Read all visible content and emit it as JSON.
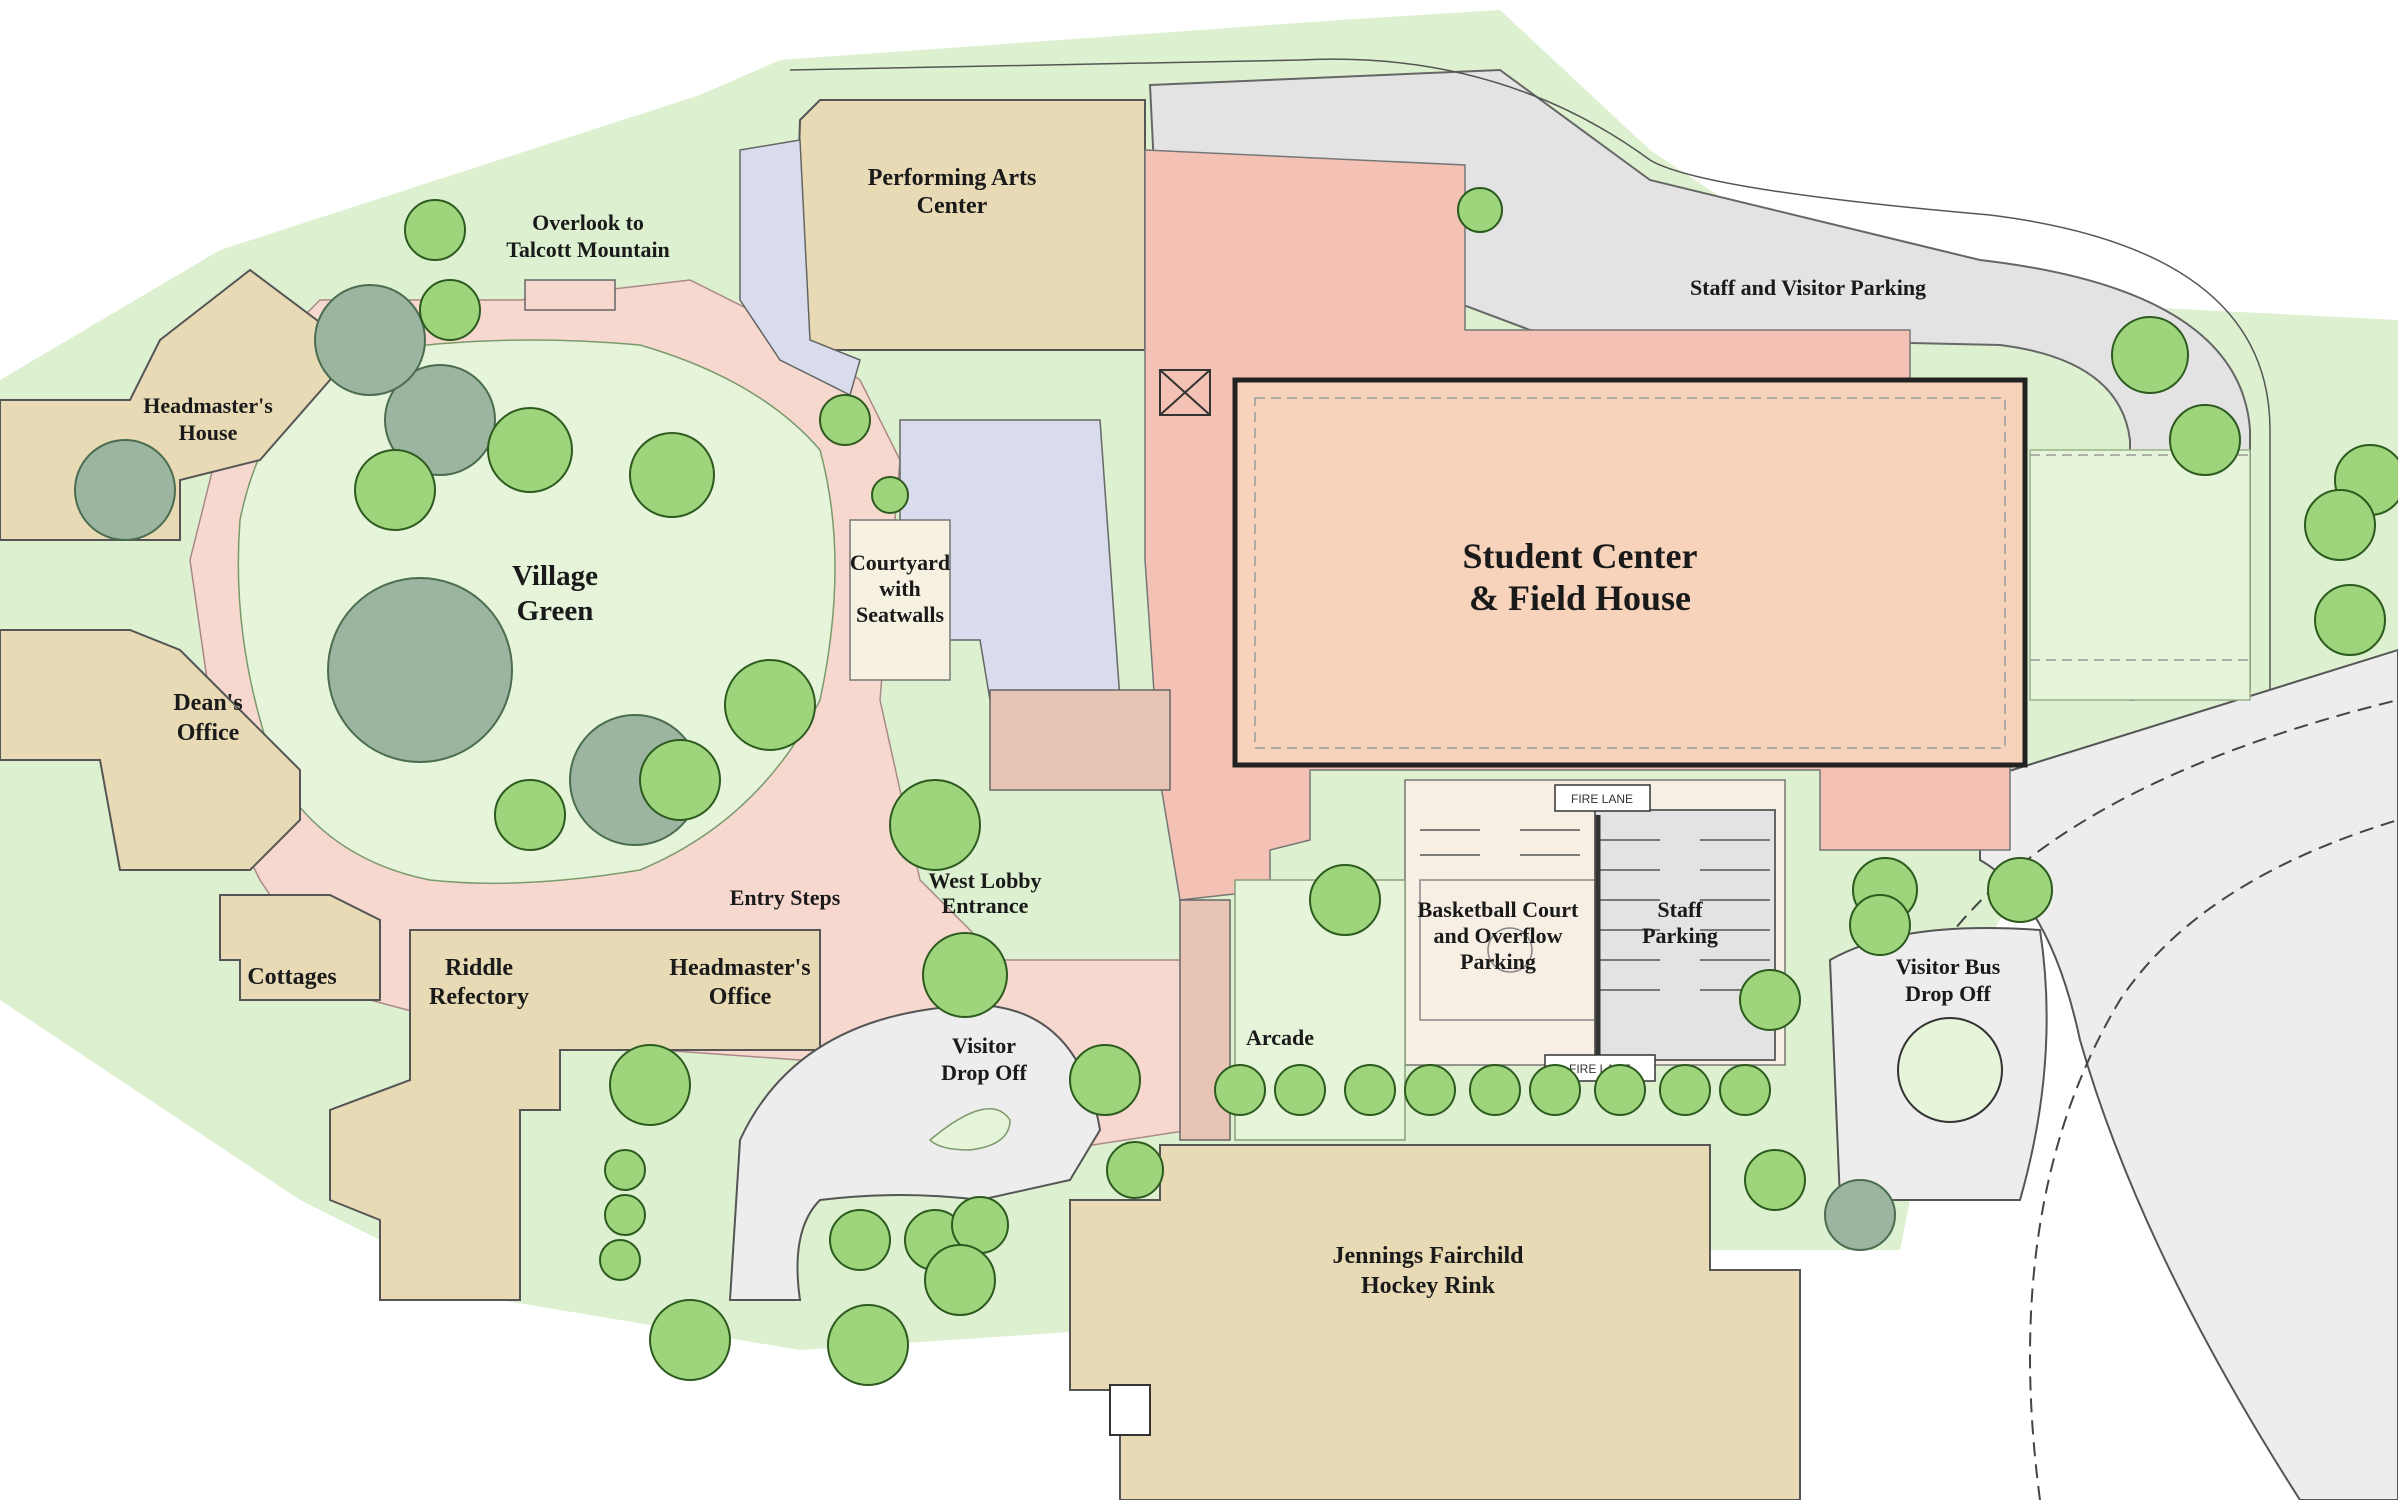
{
  "labels": {
    "performing_arts": [
      "Performing Arts",
      "Center"
    ],
    "overlook": [
      "Overlook to",
      "Talcott Mountain"
    ],
    "headmasters_house": [
      "Headmaster's",
      "House"
    ],
    "village_green": [
      "Village",
      "Green"
    ],
    "courtyard": [
      "Courtyard",
      "with",
      "Seatwalls"
    ],
    "deans_office": [
      "Dean's",
      "Office"
    ],
    "student_center": [
      "Student Center",
      "& Field House"
    ],
    "staff_visitor_parking": "Staff and Visitor Parking",
    "entry_steps": "Entry Steps",
    "west_lobby": [
      "West Lobby",
      "Entrance"
    ],
    "basketball": [
      "Basketball Court",
      "and Overflow",
      "Parking"
    ],
    "staff_parking": [
      "Staff",
      "Parking"
    ],
    "visitor_bus": [
      "Visitor Bus",
      "Drop Off"
    ],
    "cottages": "Cottages",
    "riddle_refectory": [
      "Riddle",
      "Refectory"
    ],
    "headmasters_office": [
      "Headmaster's",
      "Office"
    ],
    "visitor_drop_off": [
      "Visitor",
      "Drop Off"
    ],
    "arcade": "Arcade",
    "hockey_rink": [
      "Jennings Fairchild",
      "Hockey Rink"
    ]
  },
  "signs": {
    "fire_lane_top": "FIRE LANE",
    "fire_lane_bottom": "FIRE LANE"
  },
  "colors": {
    "building_tan": "#e8dab5",
    "building_pink": "#f4c2b4",
    "building_peach": "#f7d3bb",
    "lawn": "#e6f4d9",
    "paving": "#f6d8cf",
    "parking": "#e3e3e3",
    "tree": "#9ed47c"
  }
}
